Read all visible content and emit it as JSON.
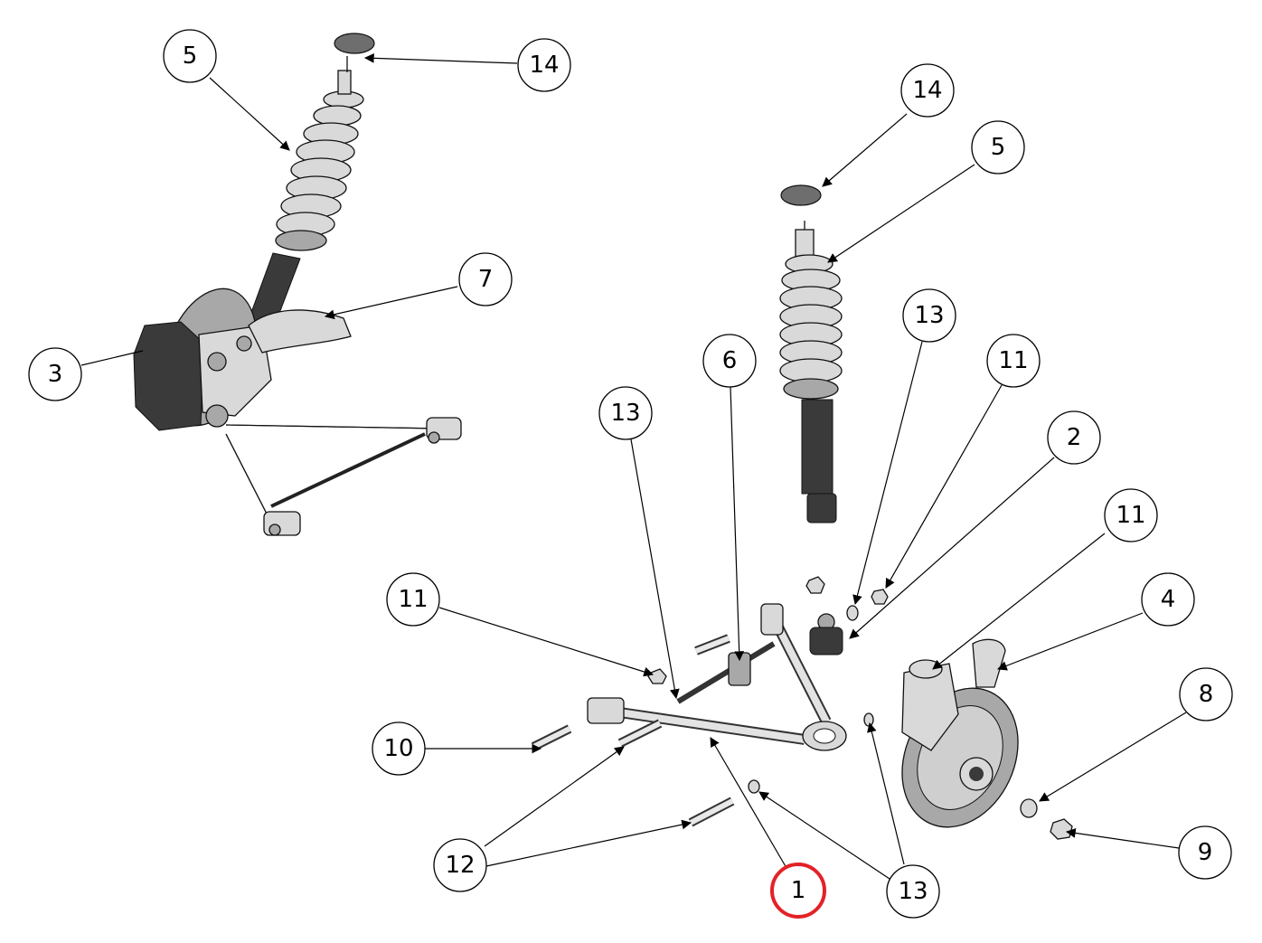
{
  "balloons": [
    {
      "id": "b5-top-left",
      "label": "5"
    },
    {
      "id": "b14-top-left",
      "label": "14"
    },
    {
      "id": "b14-right",
      "label": "14"
    },
    {
      "id": "b5-right",
      "label": "5"
    },
    {
      "id": "b7",
      "label": "7"
    },
    {
      "id": "b3",
      "label": "3"
    },
    {
      "id": "b13-upper-right",
      "label": "13"
    },
    {
      "id": "b11-upper-right",
      "label": "11"
    },
    {
      "id": "b6",
      "label": "6"
    },
    {
      "id": "b13-center",
      "label": "13"
    },
    {
      "id": "b2",
      "label": "2"
    },
    {
      "id": "b11-right",
      "label": "11"
    },
    {
      "id": "b4",
      "label": "4"
    },
    {
      "id": "b11-left",
      "label": "11"
    },
    {
      "id": "b8",
      "label": "8"
    },
    {
      "id": "b10",
      "label": "10"
    },
    {
      "id": "b12",
      "label": "12"
    },
    {
      "id": "b1",
      "label": "1",
      "highlighted": true
    },
    {
      "id": "b13-bottom",
      "label": "13"
    },
    {
      "id": "b9",
      "label": "9"
    }
  ],
  "colors": {
    "highlight": "#e32227",
    "line": "#000000"
  }
}
